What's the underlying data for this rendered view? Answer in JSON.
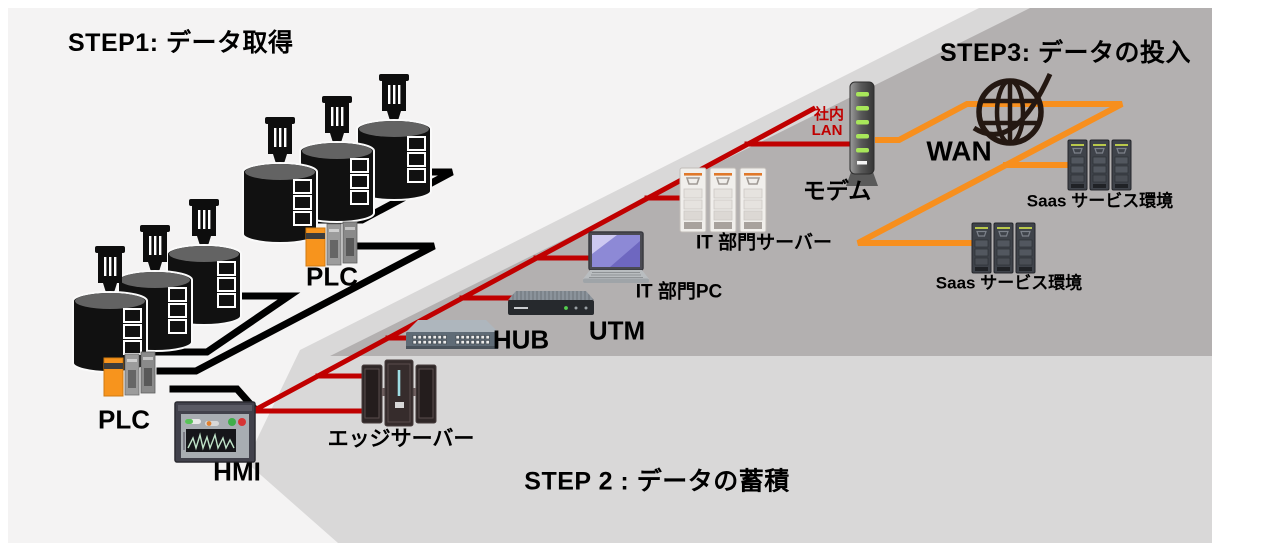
{
  "zones": {
    "step1": {
      "title": "STEP1: データ取得",
      "bg": "#f4f3f3"
    },
    "step2": {
      "title": "STEP 2 : データの蓄積",
      "bg": "#d9d8d8"
    },
    "step3": {
      "title": "STEP3: データの投入",
      "bg": "#b3b0b0"
    }
  },
  "colors": {
    "field_line": "#000000",
    "lan_line": "#c00000",
    "wan_line": "#f78f1e"
  },
  "devices": {
    "plc_upper": {
      "label": "PLC",
      "icon": "plc-icon"
    },
    "plc_lower": {
      "label": "PLC",
      "icon": "plc-icon"
    },
    "hmi": {
      "label": "HMI",
      "icon": "hmi-panel-icon"
    },
    "edge_server": {
      "label": "エッジサーバー",
      "icon": "server-rack-icon"
    },
    "hub": {
      "label": "HUB",
      "icon": "network-switch-icon"
    },
    "utm": {
      "label": "UTM",
      "icon": "security-appliance-icon"
    },
    "it_pc": {
      "label": "IT 部門PC",
      "icon": "laptop-icon"
    },
    "it_server": {
      "label": "IT 部門サーバー",
      "icon": "server-towers-icon"
    },
    "modem": {
      "label": "モデム",
      "icon": "modem-icon"
    },
    "wan": {
      "label": "WAN",
      "icon": "globe-icon"
    },
    "saas_upper": {
      "label": "Saas サービス環境",
      "icon": "server-towers-dark-icon"
    },
    "saas_lower": {
      "label": "Saas サービス環境",
      "icon": "server-towers-dark-icon"
    },
    "lan_badge": {
      "line1": "社内",
      "line2": "LAN"
    },
    "tanks": {
      "icon": "tank-icon",
      "count": 6
    }
  }
}
